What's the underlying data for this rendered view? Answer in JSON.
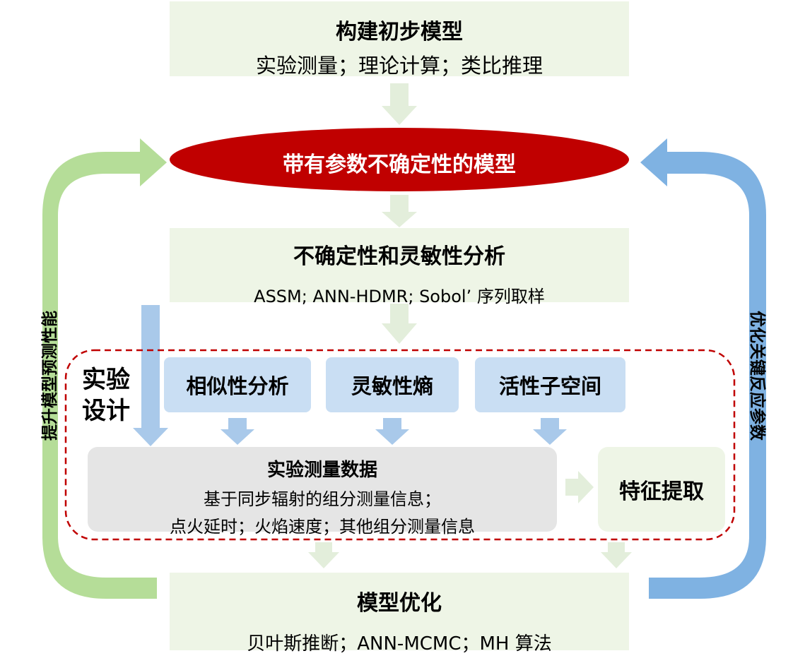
{
  "box1": {
    "title": "构建初步模型",
    "subtitle": "实验测量；理论计算；类比推理"
  },
  "ellipse": {
    "label": "带有参数不确定性的模型"
  },
  "box2": {
    "title": "不确定性和灵敏性分析",
    "subtitle": "ASSM; ANN-HDMR; Sobol’ 序列取样"
  },
  "experiment_design": {
    "label_line1": "实验",
    "label_line2": "设计"
  },
  "methods": [
    "相似性分析",
    "灵敏性熵",
    "活性子空间"
  ],
  "data_box": {
    "title": "实验测量数据",
    "line1": "基于同步辐射的组分测量信息；",
    "line2": "点火延时；火焰速度；其他组分测量信息"
  },
  "feature_box": {
    "label": "特征提取"
  },
  "box3": {
    "title": "模型优化",
    "subtitle": "贝叶斯推断；ANN-MCMC；MH 算法"
  },
  "left_loop": {
    "label": "提升模型预测性能"
  },
  "right_loop": {
    "label": "优化关键反应参数"
  },
  "colors": {
    "green_box": "#eef5e6",
    "ellipse_red": "#c00000",
    "dashed_red": "#c00000",
    "blue_box": "#c9def3",
    "green_loop": "#b5dd98",
    "blue_loop": "#7fb2e2",
    "down_arrow_light": "#e3eedb",
    "blue_arrow": "#a9c9ea",
    "gray_box": "#e5e5e5"
  }
}
